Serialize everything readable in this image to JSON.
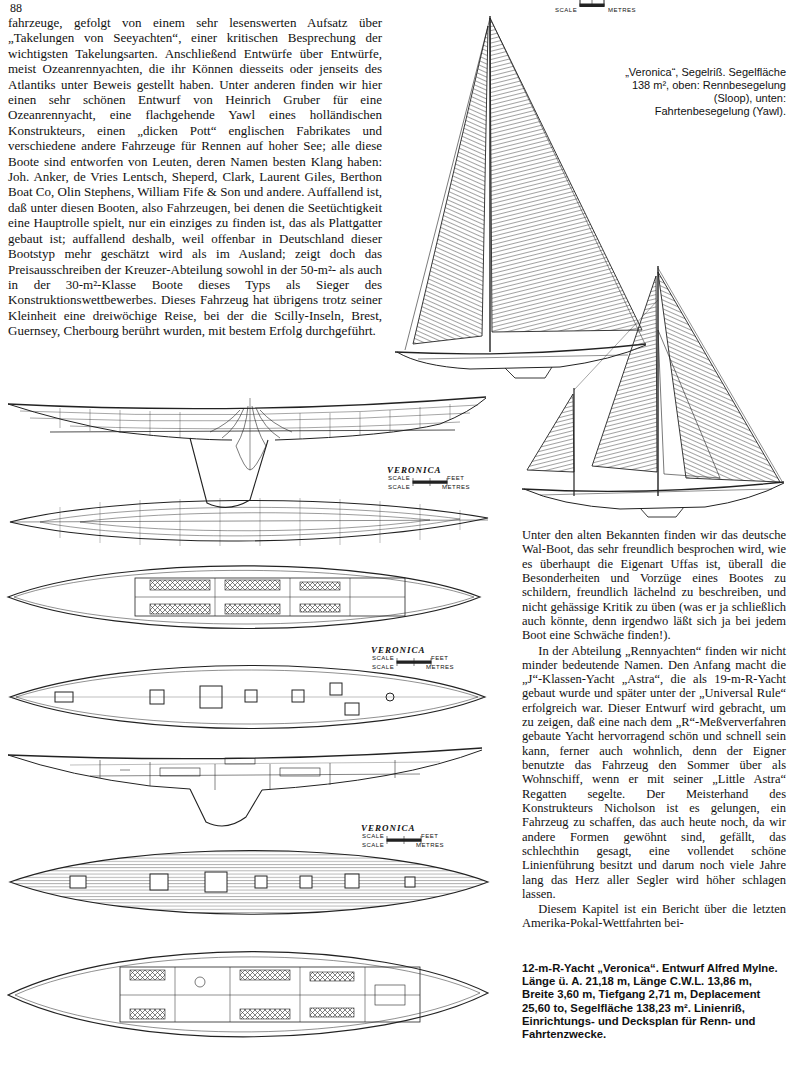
{
  "diagram": {
    "labels": [
      "88",
      "fahrzeuge, gefolgt von einem sehr lesenswerten Aufsatz über „Takelungen von Seeyachten“, einer kritischen Besprechung der wichtigsten Takelungsarten. Anschließend Entwürfe über Entwürfe, meist Ozeanrennyachten, die ihr Können diesseits oder jenseits des Atlantiks unter Beweis gestellt haben. Unter anderen finden wir hier einen sehr schönen Entwurf von Heinrich Gruber für eine Ozeanrennyacht, eine flachgehende Yawl eines holländischen Konstrukteurs, einen „dicken Pott“ englischen Fabrikates und verschiedene andere Fahrzeuge für Rennen auf hoher See; alle diese Boote sind entworfen von Leuten, deren Namen besten Klang haben: Joh. Anker, de Vries Lentsch, Sheperd, Clark, Laurent Giles, Berthon Boat Co, Olin Stephens, William Fife & Son und andere. Auffallend ist, daß unter diesen Booten, also Fahrzeugen, bei denen die Seetüchtigkeit eine Hauptrolle spielt, nur ein einziges zu finden ist, das als Plattgatter gebaut ist; auffallend deshalb, weil offenbar in Deutschland dieser Bootstyp mehr geschätzt wird als im Ausland; zeigt doch das Preisausschreiben der Kreuzer-Abteilung sowohl in der 50-m²- als auch in der 30-m²-Klasse Boote dieses Typs als Sieger des Konstruktionswettbewerbes. Dieses Fahrzeug hat übrigens trotz seiner Kleinheit eine dreiwöchige Reise, bei der die Scilly-Inseln, Brest, Guernsey, Cherbourg berührt wurden, mit bestem Erfolg durchgeführt.",
      "„Veronica“, Segelriß. Segelfläche 138 m², oben: Rennbesegelung (Sloop), unten: Fahrtenbesegelung (Yawl).",
      "SCALE",
      "METRES",
      "VERONICA",
      "SCALE",
      "FEET",
      "SCALE",
      "METRES",
      "VERONICA",
      "SCALE",
      "FEET",
      "SCALE",
      "METRES",
      "VERONICA",
      "SCALE",
      "FEET",
      "SCALE",
      "METRES",
      "Unter den alten Bekannten finden wir das deutsche Wal-Boot, das sehr freundlich besprochen wird, wie es überhaupt die Eigenart Uffas ist, überall die Besonderheiten und Vorzüge eines Bootes zu schildern, freundlich lächelnd zu beschreiben, und nicht gehässige Kritik zu üben (was er ja schließlich auch könnte, denn irgendwo läßt sich ja bei jedem Boot eine Schwäche finden!).",
      "In der Abteilung „Rennyachten“ finden wir nicht minder bedeutende Namen. Den Anfang macht die „J“-Klassen-Yacht „Astra“, die als 19-m-R-Yacht gebaut wurde und später unter der „Universal Rule“ erfolgreich war. Dieser Entwurf wird gebracht, um zu zeigen, daß eine nach dem „R“-Meßververfahren gebaute Yacht hervorragend schön und schnell sein kann, ferner auch wohnlich, denn der Eigner benutzte das Fahrzeug den Sommer über als Wohnschiff, wenn er mit seiner „Little Astra“ Regatten segelte. Der Meisterhand des Konstrukteurs Nicholson ist es gelungen, ein Fahrzeug zu schaffen, das auch heute noch, da wir andere Formen gewöhnt sind, gefällt, das schlechthin gesagt, eine vollendet schöne Linienführung besitzt und darum noch viele Jahre lang das Herz aller Segler wird höher schlagen lassen.",
      "Diesem Kapitel ist ein Bericht über die letzten Amerika-Pokal-Wettfahrten bei-",
      "12-m-R-Yacht „Veronica“. Entwurf Alfred Mylne. Länge ü. A. 21,18 m, Länge C.W.L. 13,86 m, Breite 3,60 m, Tiefgang 2,71 m, Deplacement 25,60 to, Segelfläche 138,23 m². Linienriß, Einrichtungs- und Decksplan für Renn- und Fahrtenzwecke."
    ]
  }
}
